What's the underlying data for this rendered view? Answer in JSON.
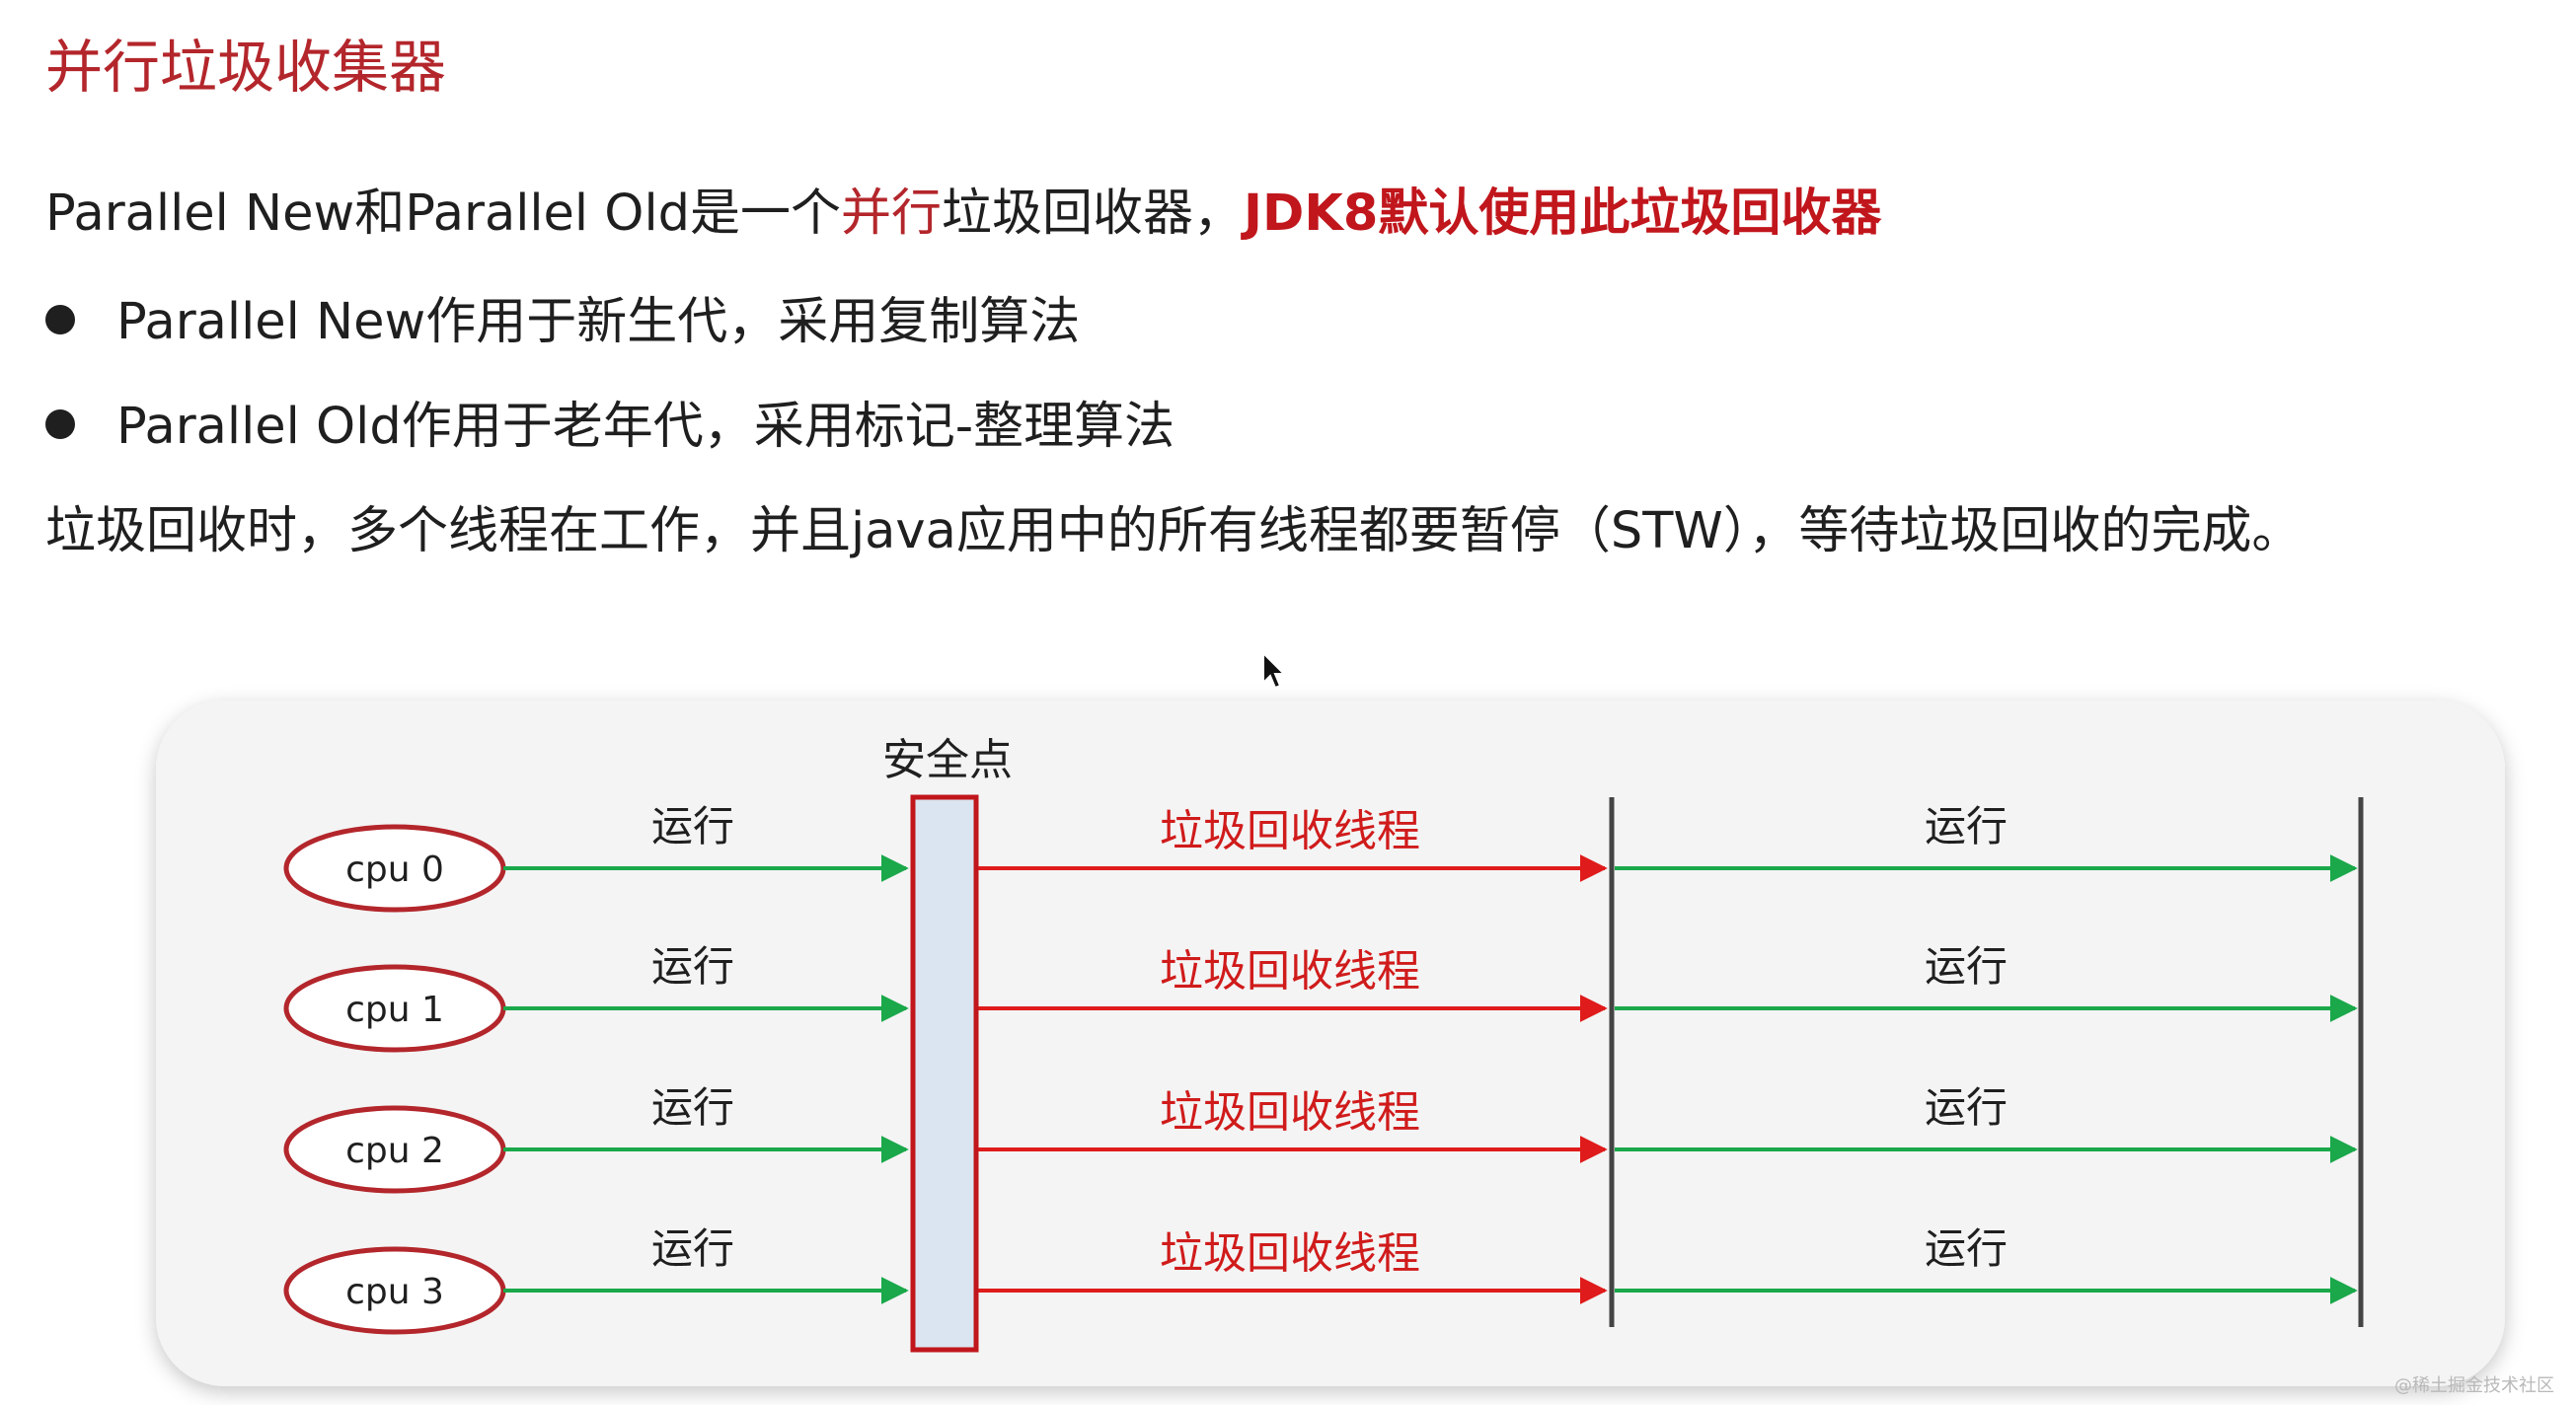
{
  "title": "并行垃圾收集器",
  "intro": {
    "part1": "Parallel New和Parallel Old是一个",
    "highlight": "并行",
    "part2": "垃圾回收器，",
    "emphasis": "JDK8默认使用此垃圾回收器"
  },
  "bullets": [
    "Parallel New作用于新生代，采用复制算法",
    "Parallel Old作用于老年代，采用标记-整理算法"
  ],
  "summary": "垃圾回收时，多个线程在工作，并且java应用中的所有线程都要暂停（STW），等待垃圾回收的完成。",
  "diagram": {
    "safepoint_label": "安全点",
    "cpus": [
      "cpu 0",
      "cpu 1",
      "cpu 2",
      "cpu 3"
    ],
    "run_label": "运行",
    "gc_label": "垃圾回收线程",
    "colors": {
      "run": "#1aa84a",
      "gc": "#e01b1b",
      "cpu_border": "#b3262b",
      "safepoint_fill": "#dbe5f1",
      "safepoint_border": "#c0161c",
      "box_bg": "#f4f4f4"
    }
  },
  "watermark": "@稀土掘金技术社区"
}
